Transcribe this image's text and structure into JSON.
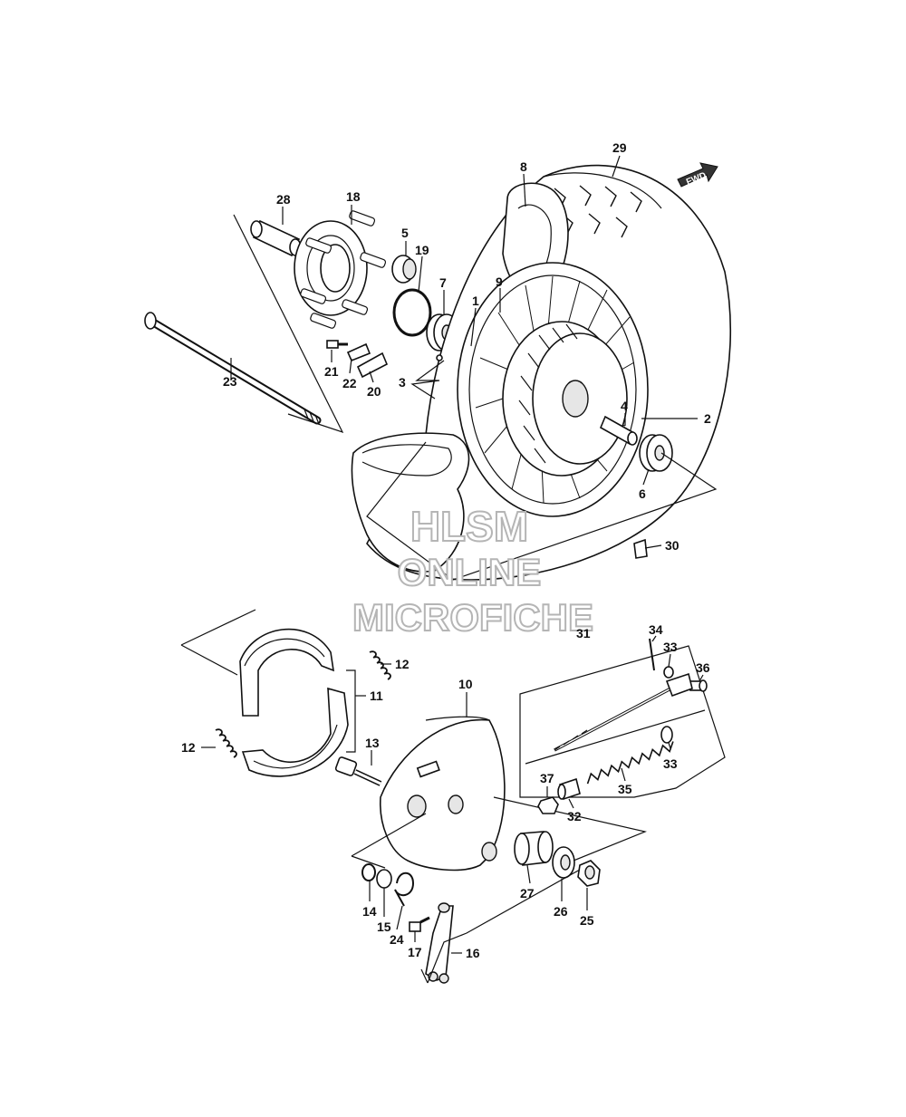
{
  "colors": {
    "ink": "#111111",
    "paper": "#ffffff",
    "watermark_outline": "#b5b5b5",
    "arrow_fill": "#333333"
  },
  "direction_arrow": {
    "label": "FWD",
    "icon": "fwd-arrow-icon"
  },
  "watermark": {
    "line1": "HLSM",
    "line2": "ONLINE",
    "line3": "MICROFICHE"
  },
  "callouts": {
    "c1": "1",
    "c2": "2",
    "c3": "3",
    "c4": "4",
    "c5": "5",
    "c6": "6",
    "c7": "7",
    "c8": "8",
    "c9": "9",
    "c10": "10",
    "c11": "11",
    "c12a": "12",
    "c12b": "12",
    "c13": "13",
    "c14": "14",
    "c15": "15",
    "c16": "16",
    "c17": "17",
    "c18": "18",
    "c19": "19",
    "c20": "20",
    "c21": "21",
    "c22": "22",
    "c23": "23",
    "c24": "24",
    "c25": "25",
    "c26": "26",
    "c27": "27",
    "c28": "28",
    "c29": "29",
    "c30": "30",
    "c31": "31",
    "c32": "32",
    "c33a": "33",
    "c33b": "33",
    "c34": "34",
    "c35": "35",
    "c36": "36",
    "c37": "37"
  }
}
